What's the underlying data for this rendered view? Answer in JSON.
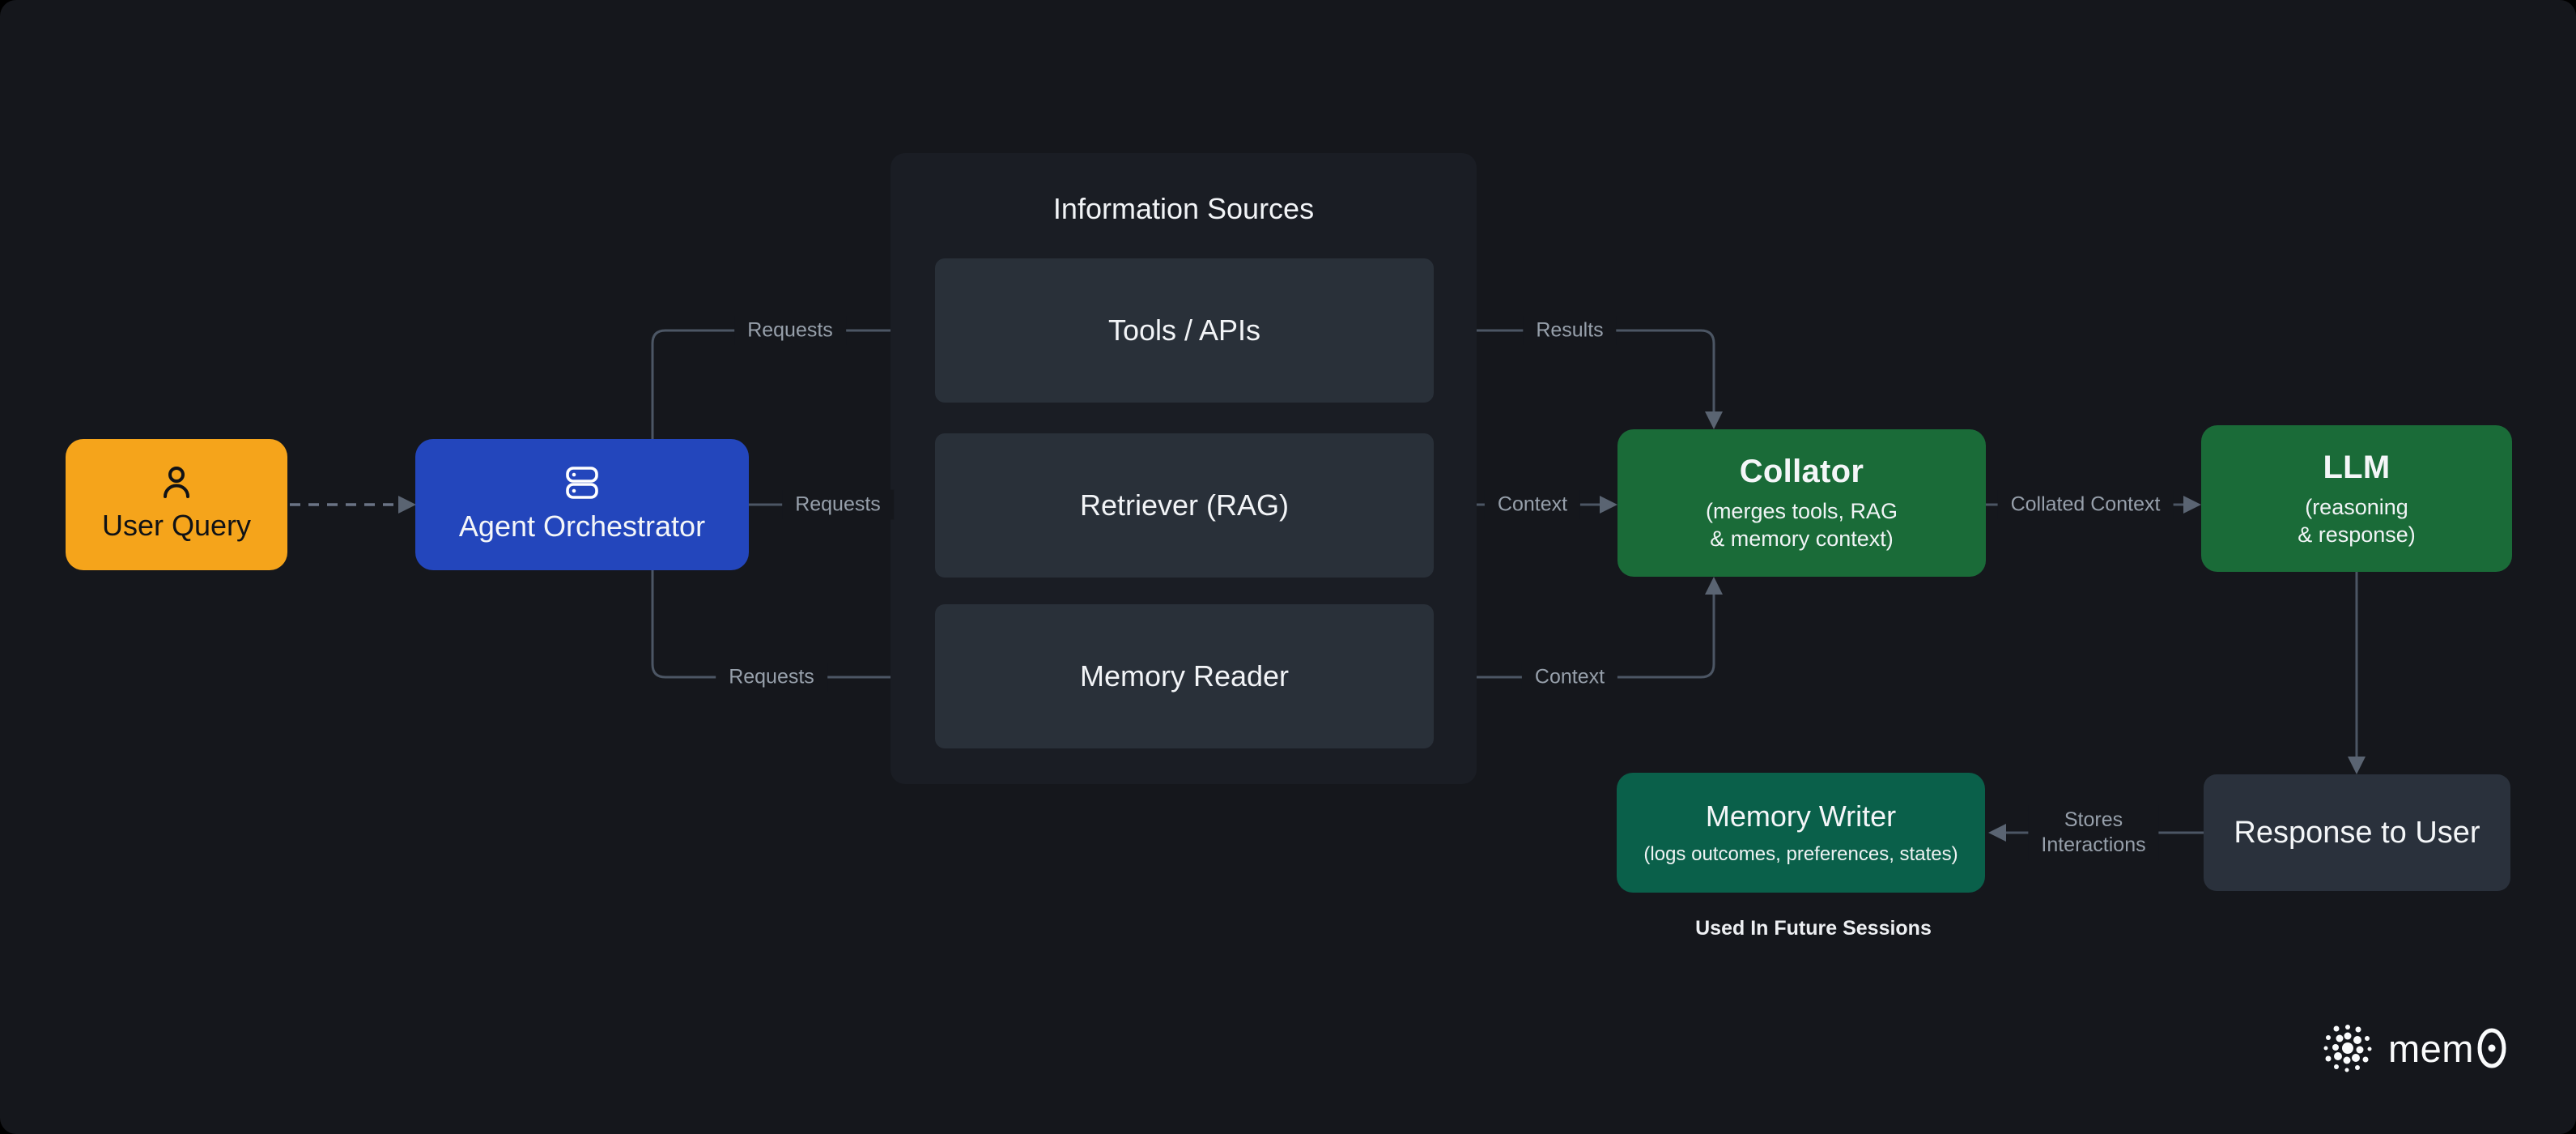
{
  "panel": {
    "title": "Information Sources",
    "items": [
      {
        "label": "Tools / APIs"
      },
      {
        "label": "Retriever (RAG)"
      },
      {
        "label": "Memory Reader"
      }
    ]
  },
  "nodes": {
    "user_query": {
      "label": "User Query",
      "icon": "user-icon",
      "color": "#F5A41B"
    },
    "agent_orchestrator": {
      "label": "Agent Orchestrator",
      "icon": "server-stack-icon",
      "color": "#2346BC"
    },
    "collator": {
      "label": "Collator",
      "sub1": "(merges tools, RAG",
      "sub2": "& memory context)",
      "color": "#1A6B38"
    },
    "llm": {
      "label": "LLM",
      "sub1": "(reasoning",
      "sub2": "& response)",
      "color": "#1A6B38"
    },
    "memory_writer": {
      "label": "Memory Writer",
      "sublabel": "(logs outcomes, preferences, states)",
      "color": "#0A604A"
    },
    "response_to_user": {
      "label": "Response to User",
      "color": "#2A313C"
    }
  },
  "edges": {
    "requests_top": {
      "label": "Requests"
    },
    "requests_mid": {
      "label": "Requests"
    },
    "requests_bottom": {
      "label": "Requests"
    },
    "results": {
      "label": "Results"
    },
    "context_mid": {
      "label": "Context"
    },
    "context_bottom": {
      "label": "Context"
    },
    "collated_context": {
      "label": "Collated Context"
    },
    "stores_interactions": {
      "line1": "Stores",
      "line2": "Interactions"
    }
  },
  "footnote": "Used In Future Sessions",
  "logo": {
    "text": "mem0"
  },
  "colors": {
    "background": "#15171C",
    "panel": "#1A1D24",
    "source_box": "#293039",
    "slate_box": "#2A313C",
    "line": "#4C5664",
    "edge_label_text": "#97A0AB",
    "orange": "#F5A41B",
    "blue": "#2346BC",
    "green": "#1A6B38",
    "teal_green": "#0A604A"
  }
}
